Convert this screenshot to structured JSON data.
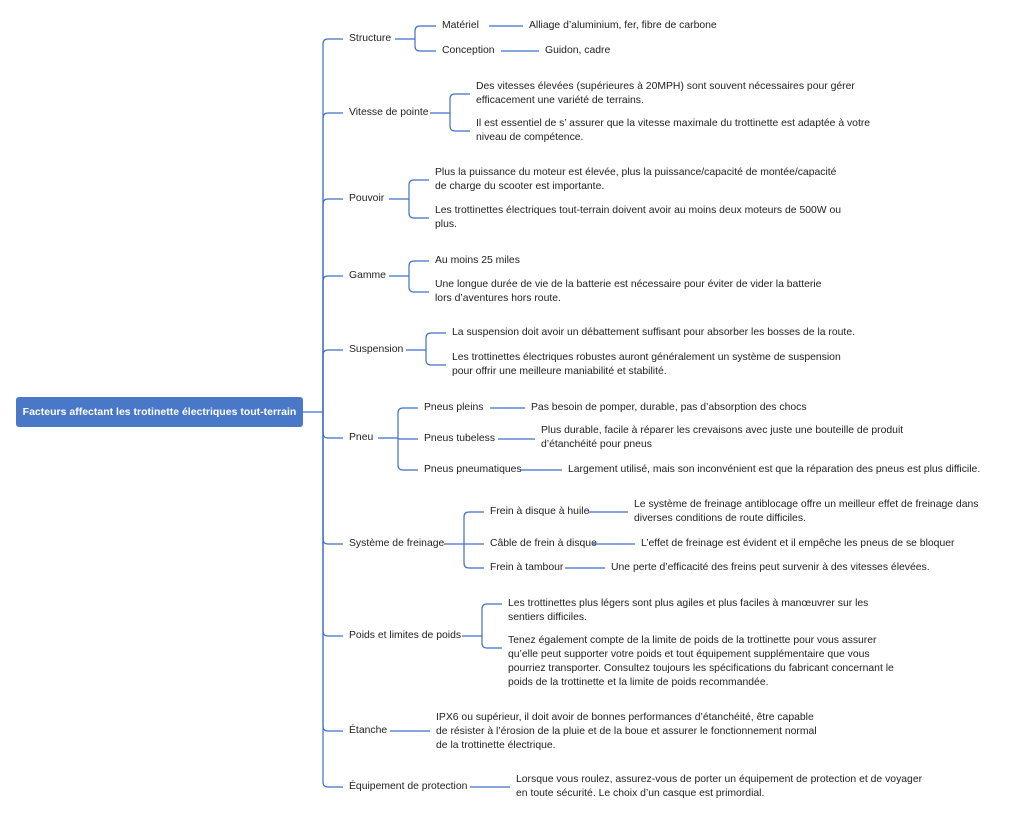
{
  "root": "Facteurs affectant les trotinette électriques tout-terrain",
  "branches": [
    {
      "label": "Structure",
      "children": [
        {
          "label": "Matériel",
          "children": [
            {
              "label": "Alliage d’aluminium, fer, fibre de carbone"
            }
          ]
        },
        {
          "label": "Conception",
          "children": [
            {
              "label": "Guidon, cadre"
            }
          ]
        }
      ]
    },
    {
      "label": "Vitesse de pointe",
      "children": [
        {
          "label": "Des vitesses élevées (supérieures à 20MPH) sont souvent nécessaires pour gérer efficacement une variété de terrains."
        },
        {
          "label": "Il est essentiel de s’  assurer que la vitesse maximale du trottinette est adaptée à votre niveau de compétence."
        }
      ]
    },
    {
      "label": "Pouvoir",
      "children": [
        {
          "label": "Plus la puissance du moteur est élevée, plus la puissance/capacité de montée/capacité de charge du scooter est importante."
        },
        {
          "label": "Les trottinettes électriques tout-terrain doivent avoir au moins deux moteurs de 500W ou plus."
        }
      ]
    },
    {
      "label": "Gamme",
      "children": [
        {
          "label": "Au moins 25 miles"
        },
        {
          "label": "Une longue durée de vie de la batterie est nécessaire pour éviter de vider la batterie lors d’aventures hors route."
        }
      ]
    },
    {
      "label": "Suspension",
      "children": [
        {
          "label": "La suspension doit avoir un débattement suffisant pour absorber les bosses de la route."
        },
        {
          "label": "Les trottinettes électriques robustes auront généralement un système de suspension pour offrir une meilleure maniabilité et stabilité."
        }
      ]
    },
    {
      "label": "Pneu",
      "children": [
        {
          "label": "Pneus pleins",
          "children": [
            {
              "label": "Pas besoin de pomper, durable, pas d’absorption des chocs"
            }
          ]
        },
        {
          "label": "Pneus tubeless",
          "children": [
            {
              "label": "Plus durable, facile à réparer les crevaisons avec juste une bouteille de produit d’étanchéité pour pneus"
            }
          ]
        },
        {
          "label": "Pneus pneumatiques",
          "children": [
            {
              "label": "Largement utilisé, mais son inconvénient est que la réparation des pneus est plus difficile."
            }
          ]
        }
      ]
    },
    {
      "label": "Système de freinage",
      "children": [
        {
          "label": "Frein à disque à huile",
          "children": [
            {
              "label": "Le système de freinage antiblocage offre un meilleur effet de freinage dans diverses conditions de route difficiles."
            }
          ]
        },
        {
          "label": "Câble de frein à disque",
          "children": [
            {
              "label": "L’effet de freinage est évident et il empêche les pneus de se bloquer"
            }
          ]
        },
        {
          "label": "Frein à tambour",
          "children": [
            {
              "label": "Une perte d’efficacité des freins peut survenir à des vitesses élevées."
            }
          ]
        }
      ]
    },
    {
      "label": "Poids et limites de poids",
      "children": [
        {
          "label": "Les trottinettes plus légers sont plus agiles et plus faciles à manœuvrer sur les sentiers difficiles."
        },
        {
          "label": "Tenez également compte de la limite de poids de la trottinette pour vous assurer qu’elle peut supporter votre poids et tout équipement supplémentaire que vous pourriez transporter. Consultez toujours les spécifications du fabricant concernant le poids de la trottinette et la limite de poids recommandée."
        }
      ]
    },
    {
      "label": "Étanche",
      "children": [
        {
          "label": "IPX6 ou supérieur, il doit avoir de bonnes performances d’étanchéité, être capable de résister à l’érosion de la pluie et de la boue et assurer le fonctionnement normal de la trottinette électrique."
        }
      ]
    },
    {
      "label": "Équipement de protection",
      "children": [
        {
          "label": "Lorsque vous roulez, assurez-vous de porter un équipement de protection et de voyager en toute sécurité. Le choix d’un casque est primordial."
        }
      ]
    }
  ],
  "colors": {
    "connector": "#3f6fc9",
    "root_fill": "#4a78c9",
    "root_text": "#ffffff",
    "text": "#222222"
  }
}
